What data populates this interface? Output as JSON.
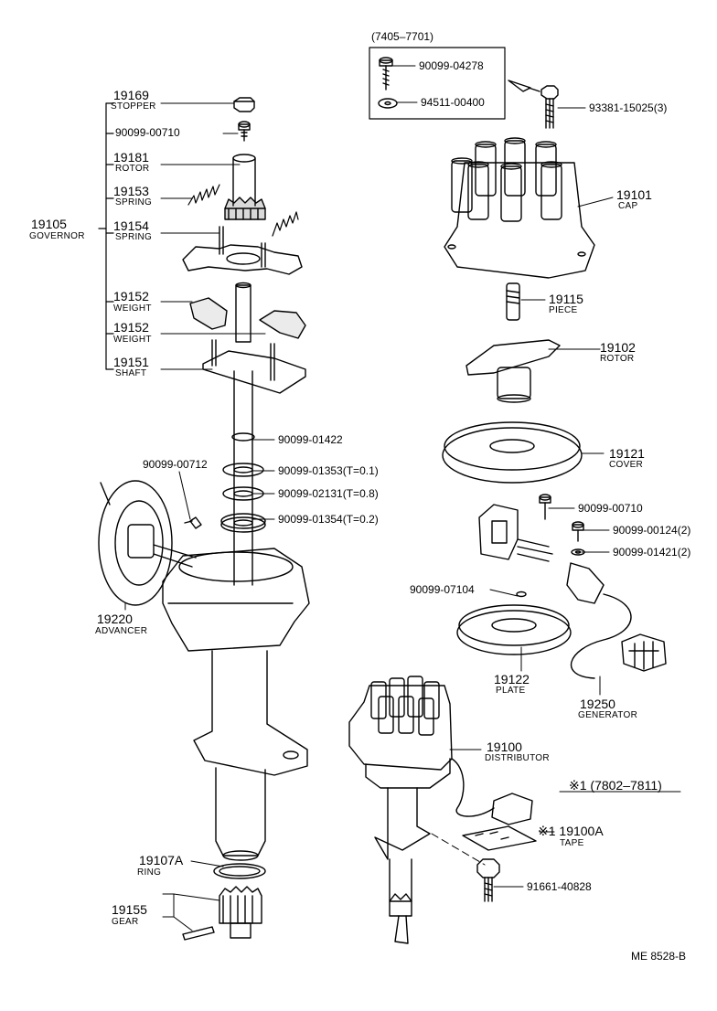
{
  "header_range": "(7405–7701)",
  "note_range": "※1 (7802–7811)",
  "footer_code": "ME 8528-B",
  "colors": {
    "ink": "#000000",
    "paper": "#ffffff",
    "fill": "#ffffff"
  },
  "parts": {
    "p19169": {
      "num": "19169",
      "name": "STOPPER"
    },
    "p90099_00710_a": {
      "num": "90099-00710"
    },
    "p19181": {
      "num": "19181",
      "name": "ROTOR"
    },
    "p19153": {
      "num": "19153",
      "name": "SPRING"
    },
    "p19105": {
      "num": "19105",
      "name": "GOVERNOR"
    },
    "p19154": {
      "num": "19154",
      "name": "SPRING"
    },
    "p19152_a": {
      "num": "19152",
      "name": "WEIGHT"
    },
    "p19152_b": {
      "num": "19152",
      "name": "WEIGHT"
    },
    "p19151": {
      "num": "19151",
      "name": "SHAFT"
    },
    "p90099_01422": {
      "num": "90099-01422"
    },
    "p90099_00712": {
      "num": "90099-00712"
    },
    "p90099_01353": {
      "num": "90099-01353(T=0.1)"
    },
    "p90099_02131": {
      "num": "90099-02131(T=0.8)"
    },
    "p90099_01354": {
      "num": "90099-01354(T=0.2)"
    },
    "p19220": {
      "num": "19220",
      "name": "ADVANCER"
    },
    "p19107A": {
      "num": "19107A",
      "name": "RING"
    },
    "p19155": {
      "num": "19155",
      "name": "GEAR"
    },
    "p90099_04278": {
      "num": "90099-04278"
    },
    "p94511_00400": {
      "num": "94511-00400"
    },
    "p93381_15025": {
      "num": "93381-15025(3)"
    },
    "p19101": {
      "num": "19101",
      "name": "CAP"
    },
    "p19115": {
      "num": "19115",
      "name": "PIECE"
    },
    "p19102": {
      "num": "19102",
      "name": "ROTOR"
    },
    "p19121": {
      "num": "19121",
      "name": "COVER"
    },
    "p90099_00710_b": {
      "num": "90099-00710"
    },
    "p90099_00124": {
      "num": "90099-00124(2)"
    },
    "p90099_01421": {
      "num": "90099-01421(2)"
    },
    "p90099_07104": {
      "num": "90099-07104"
    },
    "p19122": {
      "num": "19122",
      "name": "PLATE"
    },
    "p19250": {
      "num": "19250",
      "name": "GENERATOR"
    },
    "p19100": {
      "num": "19100",
      "name": "DISTRIBUTOR"
    },
    "p19100A": {
      "num": "※1 19100A",
      "name": "TAPE"
    },
    "p91661_40828": {
      "num": "91661-40828"
    }
  }
}
